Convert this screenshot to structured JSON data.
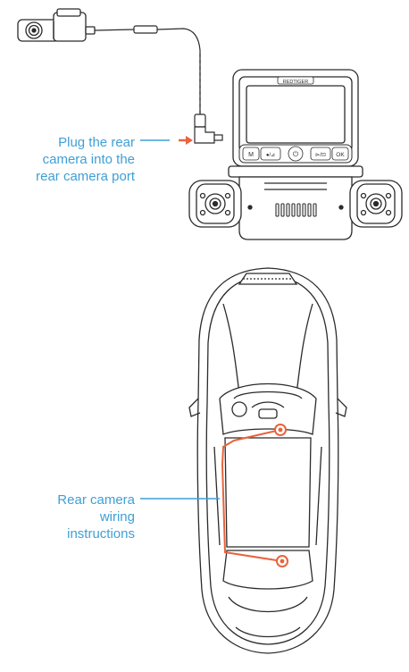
{
  "callouts": {
    "plug_rear_camera": {
      "lines": [
        "Plug the rear",
        "camera into the",
        "rear camera port"
      ]
    },
    "wiring_instructions": {
      "lines": [
        "Rear camera",
        "wiring",
        "instructions"
      ]
    }
  },
  "dashcam": {
    "brand_label": "REDTIGER",
    "buttons": {
      "menu": "M",
      "record": "●/⊿",
      "power": "⏻",
      "mode": "⊳/⊡",
      "ok": "OK"
    }
  },
  "colors": {
    "callout_text": "#3f9fd6",
    "leader_line": "#3f9fd6",
    "wiring_route": "#e8643c",
    "arrow": "#e8643c",
    "line_art": "#2b2b2b"
  }
}
